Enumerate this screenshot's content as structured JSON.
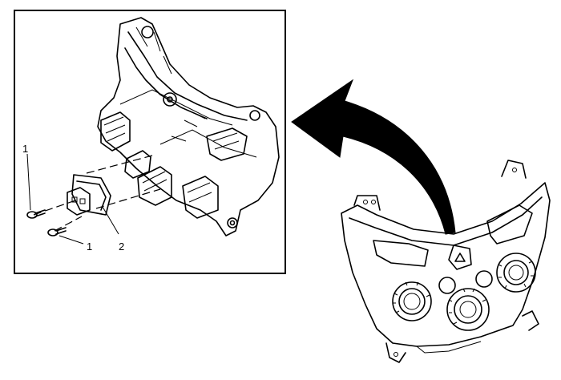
{
  "callouts": [
    {
      "id": "screw-upper",
      "label": "1"
    },
    {
      "id": "screw-lower",
      "label": "1"
    },
    {
      "id": "switch-assembly",
      "label": "2"
    }
  ],
  "colors": {
    "line": "#000000",
    "background": "#ffffff",
    "arrow": "#000000"
  }
}
